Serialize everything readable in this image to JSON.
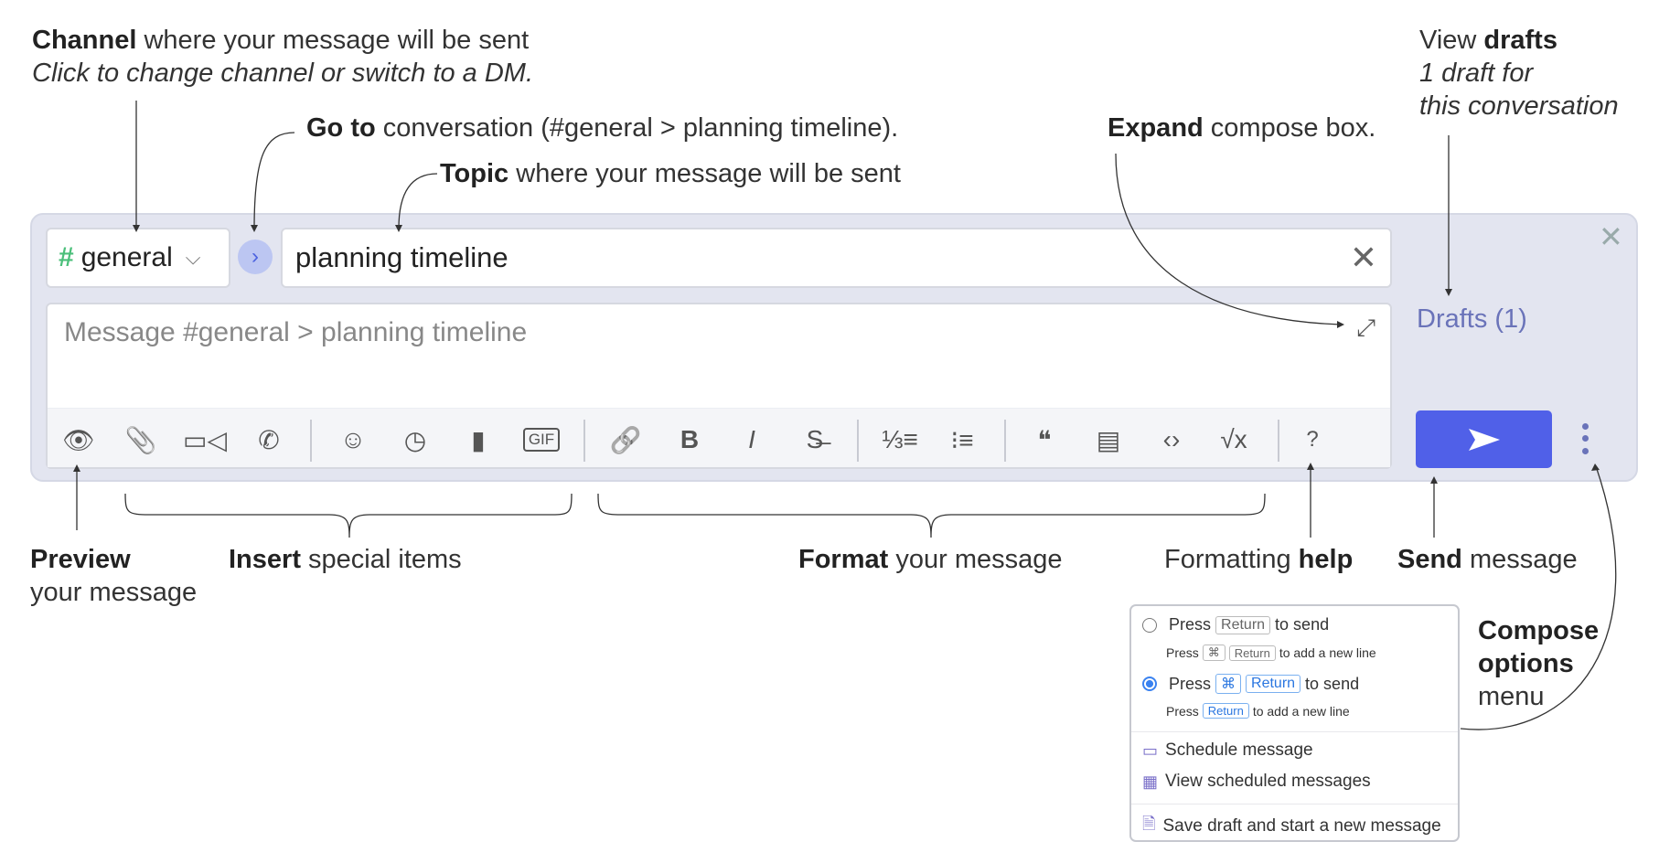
{
  "annotations": {
    "channel": {
      "bold": "Channel",
      "rest": " where your message will be sent",
      "sub": "Click to change channel or switch to a DM."
    },
    "goto": {
      "bold": "Go to",
      "rest": " conversation (#general > planning timeline)."
    },
    "topic": {
      "bold": "Topic",
      "rest": " where your message will be sent"
    },
    "expand": {
      "bold": "Expand",
      "rest": " compose box."
    },
    "drafts": {
      "pre": "View ",
      "bold": "drafts",
      "sub1": "1 draft for",
      "sub2": "this conversation"
    },
    "preview": {
      "bold": "Preview",
      "sub": "your message"
    },
    "insert": {
      "bold": "Insert",
      "rest": " special items"
    },
    "format": {
      "bold": "Format",
      "rest": " your message"
    },
    "help": {
      "pre": "Formatting ",
      "bold": "help"
    },
    "send": {
      "bold": "Send",
      "rest": " message"
    },
    "options": {
      "l1": "Compose",
      "l2": "options",
      "l3": "menu"
    }
  },
  "compose": {
    "channel": "general",
    "topic": "planning timeline",
    "placeholder": "Message #general > planning timeline",
    "drafts": "Drafts (1)",
    "toolbar": [
      "eye-icon",
      "paperclip-icon",
      "video-icon",
      "phone-icon",
      "smile-icon",
      "clock-icon",
      "poll-icon",
      "gif-icon",
      "link-icon",
      "bold-icon",
      "italic-icon",
      "strikethrough-icon",
      "numbered-list-icon",
      "bullet-list-icon",
      "quote-icon",
      "spoiler-icon",
      "code-icon",
      "math-icon",
      "help-icon"
    ],
    "gif": "GIF",
    "help": "?"
  },
  "menu": {
    "opt1": {
      "press": "Press",
      "key": "Return",
      "tail": "to send",
      "sub_press": "Press",
      "sub_k1": "⌘",
      "sub_k2": "Return",
      "sub_tail": "to add a new line",
      "selected": false
    },
    "opt2": {
      "press": "Press",
      "k1": "⌘",
      "k2": "Return",
      "tail": "to send",
      "sub_press": "Press",
      "sub_key": "Return",
      "sub_tail": "to add a new line",
      "selected": true
    },
    "schedule": "Schedule message",
    "view_scheduled": "View scheduled messages",
    "save_draft": "Save draft and start a new message"
  },
  "colors": {
    "accent": "#5060e8",
    "channel_hash": "#4bbf7a",
    "drafts": "#6a73b9",
    "compose_bg": "#e3e5f0"
  }
}
